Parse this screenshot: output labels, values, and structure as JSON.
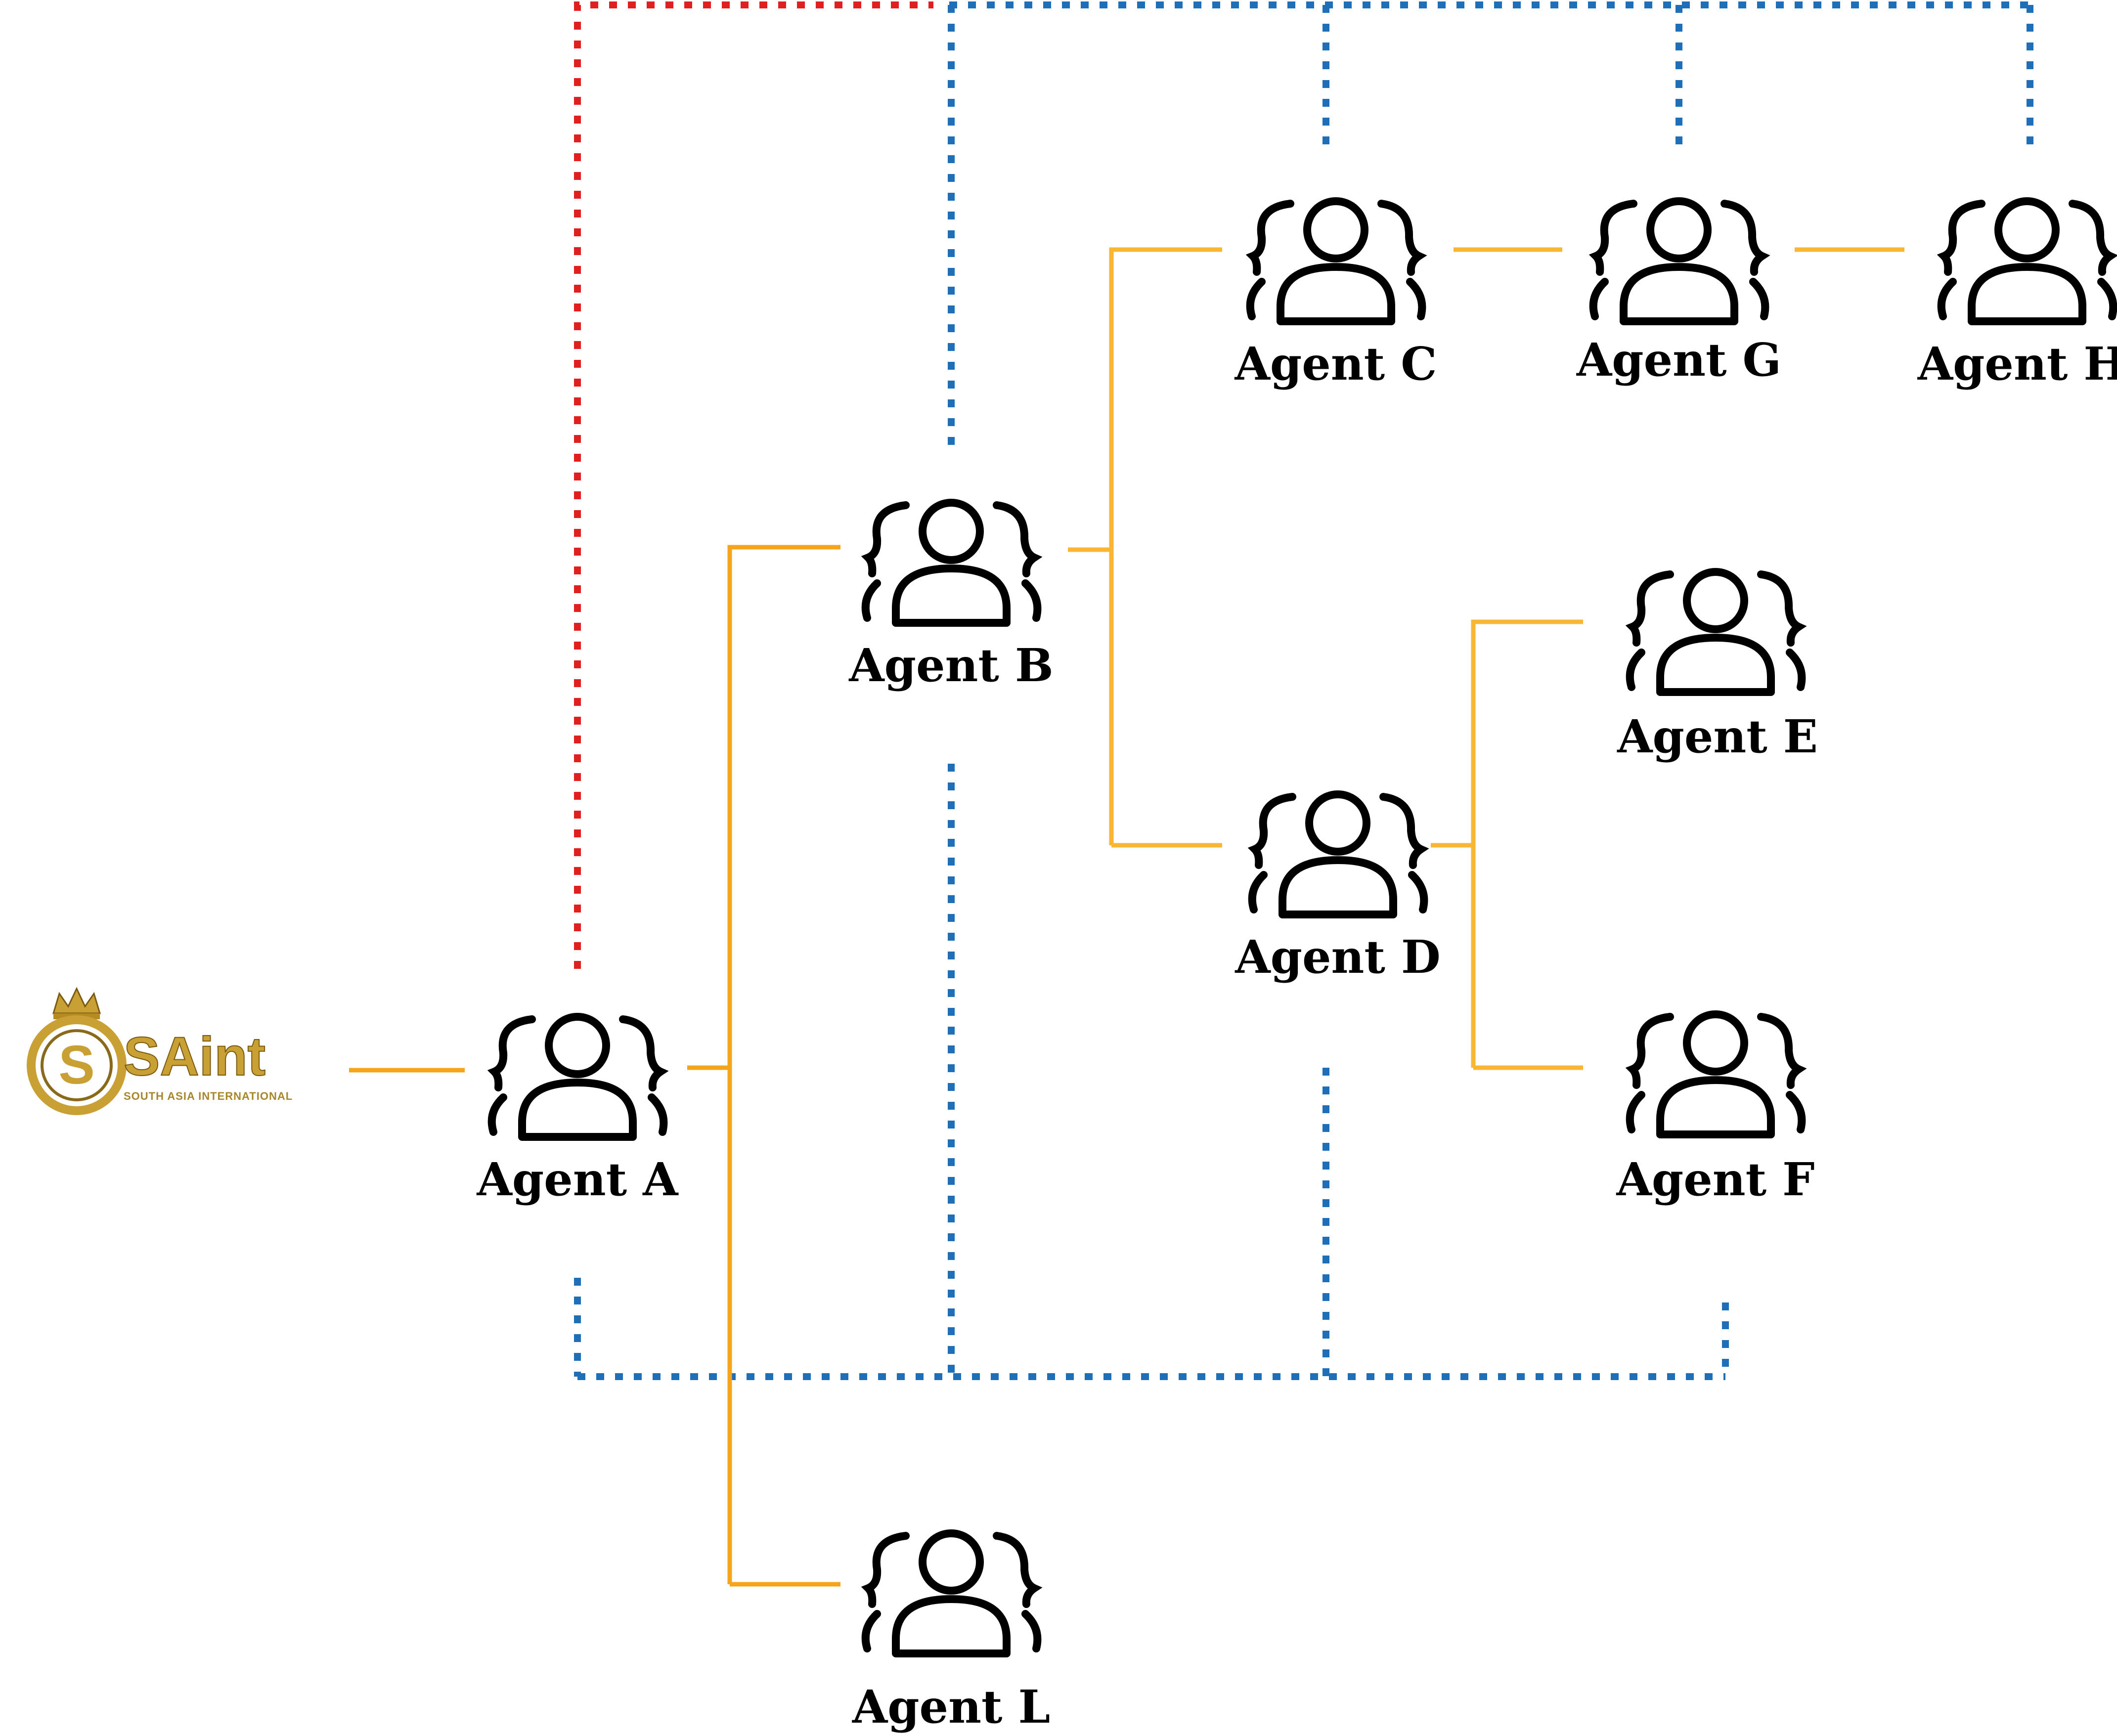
{
  "logo": {
    "brand_text": "SAint",
    "monogram": "S",
    "tagline": "SOUTH ASIA INTERNATIONAL",
    "icon": "crown-icon"
  },
  "agents": {
    "a": "Agent A",
    "b": "Agent B",
    "c": "Agent C",
    "d": "Agent D",
    "e": "Agent E",
    "f": "Agent F",
    "g": "Agent G",
    "h": "Agent H",
    "l": "Agent L"
  },
  "agent_icon": "people-group-icon",
  "colors": {
    "flow": "#F5A51C",
    "flow_light": "#F7B733",
    "dotted_red": "#E02020",
    "dotted_blue": "#1F6FB8",
    "icon_stroke": "#000000",
    "logo_gold": "#C9A034"
  },
  "links": [
    {
      "from": "logo",
      "to": "Agent A",
      "style": "solid-arrow"
    },
    {
      "from": "Agent A",
      "to": "Agent B",
      "style": "solid-arrow"
    },
    {
      "from": "Agent A",
      "to": "Agent L",
      "style": "solid-arrow"
    },
    {
      "from": "Agent B",
      "to": "Agent C",
      "style": "solid-arrow"
    },
    {
      "from": "Agent B",
      "to": "Agent D",
      "style": "solid-arrow"
    },
    {
      "from": "Agent C",
      "to": "Agent G",
      "style": "solid-arrow"
    },
    {
      "from": "Agent G",
      "to": "Agent H",
      "style": "solid-arrow"
    },
    {
      "from": "Agent D",
      "to": "Agent E",
      "style": "solid-arrow"
    },
    {
      "from": "Agent D",
      "to": "Agent F",
      "style": "solid-arrow"
    }
  ]
}
